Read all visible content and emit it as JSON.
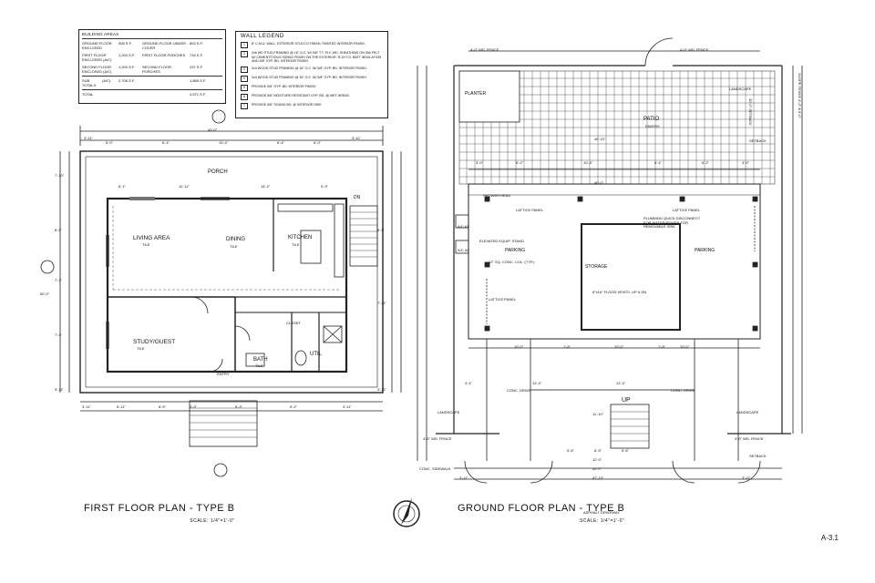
{
  "building_areas": {
    "title": "BUILDING AREAS",
    "rows": [
      [
        "GROUND FLOOR ENCLOSED",
        "306 S.F.",
        "GROUND FLOOR UNDER COVER",
        "893 S.F."
      ],
      [
        "FIRST FLOOR ENCLOSED (A/C)",
        "1,200 S.F.",
        "FIRST FLOOR PORCHES",
        "734 S.F."
      ],
      [
        "SECOND FLOOR ENCLOSED (A/C)",
        "1,200 S.F.",
        "SECOND FLOOR PORCHES",
        "237 S.F."
      ]
    ],
    "subtotals": [
      "SUB TOTALS",
      "(A/C)",
      "2,706 S.F.",
      "1,865 S.F."
    ],
    "total": [
      "TOTAL",
      "4,571 S.F."
    ]
  },
  "wall_legend": {
    "title": "WALL LEGEND",
    "items": [
      {
        "n": "1",
        "text": "8\" C.M.U. WALL, EXTERIOR STUCCO FINISH, PAINTED INTERIOR FINISH."
      },
      {
        "n": "2",
        "text": "2x6 WD STUD FRAMING @ 16\" O.C. W/ 5/8\" T.T. PLY. WD. SHEATHING ON 30# FELT W/ CEMENTITIOUS SIDING FINISH ON THE EXTERIOR, R-19 F.G. BATT INSULATION AND 5/8\" GYP. BD. INTERIOR FINISH."
      },
      {
        "n": "3",
        "text": "2x4 WOOD STUD FRAMING @ 16\" O.C. W/ 5/8\" GYP. BD. INTERIOR FINISH."
      },
      {
        "n": "4",
        "text": "3x4 WOOD STUD FRAMING @ 16\" O.C. W/ 5/8\" GYP. BD. INTERIOR FINISH."
      },
      {
        "n": "5",
        "text": "PROVIDE 5/8\" GYP. BD. INTERIOR FINISH"
      },
      {
        "n": "6",
        "text": "PROVIDE 5/8\" MOISTURE RESISTANT GYP. BD. @ WET AREAS"
      },
      {
        "n": "7",
        "text": "PROVIDE 5/8\" SOUND BD. @ INTERIOR SIDE"
      }
    ]
  },
  "first_floor": {
    "title": "FIRST FLOOR  PLAN - TYPE B",
    "scale": "SCALE: 1/4\"=1'-0\"",
    "rooms": {
      "porch": "PORCH",
      "living": "LIVING AREA",
      "living_sub": "TILE",
      "dining": "DINING",
      "dining_sub": "TILE",
      "kitchen": "KITCHEN",
      "kitchen_sub": "TILE",
      "study": "STUDY/GUEST",
      "study_sub": "TILE",
      "bath": "BATH",
      "bath_sub": "TILE",
      "util": "UTIL",
      "closet": "CLOSET",
      "dn": "DN",
      "entry": "ENTRY"
    },
    "dims": {
      "overall_top": "40'-0\"",
      "top_segments": [
        "3'-11\"",
        "6'-0\"",
        "6'-4\"",
        "10'-4\"",
        "6'-4\"",
        "6'-0\"",
        "3'-11\""
      ],
      "inner_top": [
        "6'-1\"",
        "11'-11\"",
        "14'-2\"",
        "5'-9\""
      ],
      "bottom": [
        "3'-11\"",
        "6'-11\"",
        "8'-5\"",
        "3'-9\"",
        "6'-3\"",
        "5'-2\"",
        "3'-11\""
      ],
      "left": [
        "7'-10\"",
        "8'-0\"",
        "7'-1\"",
        "7'-4\"",
        "3'-11\""
      ],
      "overall_left": "50'-0\"",
      "right": [
        "9'-9\"",
        "7'-11\"",
        "3'-11\""
      ]
    }
  },
  "ground_floor": {
    "title": "GROUND FLOOR  PLAN - TYPE B",
    "scale": "SCALE: 1/4\"=1'-0\"",
    "labels": {
      "patio": "PATIO",
      "patio_sub": "PAVERS",
      "planter": "PLANTER",
      "landscape_1": "LANDSCAPE",
      "landscape_2": "LANDSCAPE",
      "landscape_3": "LANDSCAPE",
      "parking_l": "PARKING",
      "parking_r": "PARKING",
      "storage": "STORAGE",
      "lattice_1": "LATTICE PANEL",
      "lattice_2": "LATTICE PANEL",
      "lattice_3": "LATTICE PANEL",
      "up": "UP",
      "setback_1": "SETBACK",
      "setback_2": "SETBACK",
      "fence_top_l": "4'-0\" WD. FENCE",
      "fence_top_r": "4'-0\" WD. FENCE",
      "fence_bot_l": "4'-0\" WD. FENCE",
      "fence_bot_r": "4'-0\" WD. FENCE",
      "sidewalk": "CONC. SIDEWALK",
      "driveway": "ASPHALT DRIVEWAY",
      "shower": "SHOWER HEAD",
      "elevated": "ELEVATED EQUIP. STAND",
      "plumbing": "PLUMBING QUICK DISCONNECT FOR WATER/SEWER FOR REMOVABLE SINK",
      "flood": "8\"x16\" FLOOD VENTS, UP & DN",
      "col": "12\" SQ. CONC. COL. (TYP.)",
      "concrete_drive_l": "CONC. DRIVE",
      "concrete_drive_r": "CONC. DRIVE",
      "ac": "A/C #1",
      "ac2": "A/C #2"
    },
    "dims": {
      "patio_w": "40'-10\"",
      "inner": "40'-0\"",
      "top_segments": [
        "3'-0\"",
        "6'-2\"",
        "10'-4\"",
        "6'-4\"",
        "6'-2\"",
        "3'-0\""
      ],
      "mid_segments": [
        "10'-0\"",
        "1'-8\"",
        "10'-0\"",
        "1'-8\"",
        "10'-0\""
      ],
      "lower_segments": [
        "4'-4\"",
        "12'-4\"",
        "12'-4\""
      ],
      "bottom": [
        "3'-11\"",
        "42'-0\"",
        "3'-11\""
      ],
      "bottom_overall": "47'-10\"",
      "stair": [
        "11'-10\"",
        "5'-6\"",
        "6'-3\"",
        "5'-6\"",
        "12'-0\""
      ],
      "right_setback": "30'-0\" SETBACK",
      "fence_side": "SLOPE FENCE 4'-0\" & 6'-0\""
    }
  },
  "sheet_number": "A-3.1"
}
